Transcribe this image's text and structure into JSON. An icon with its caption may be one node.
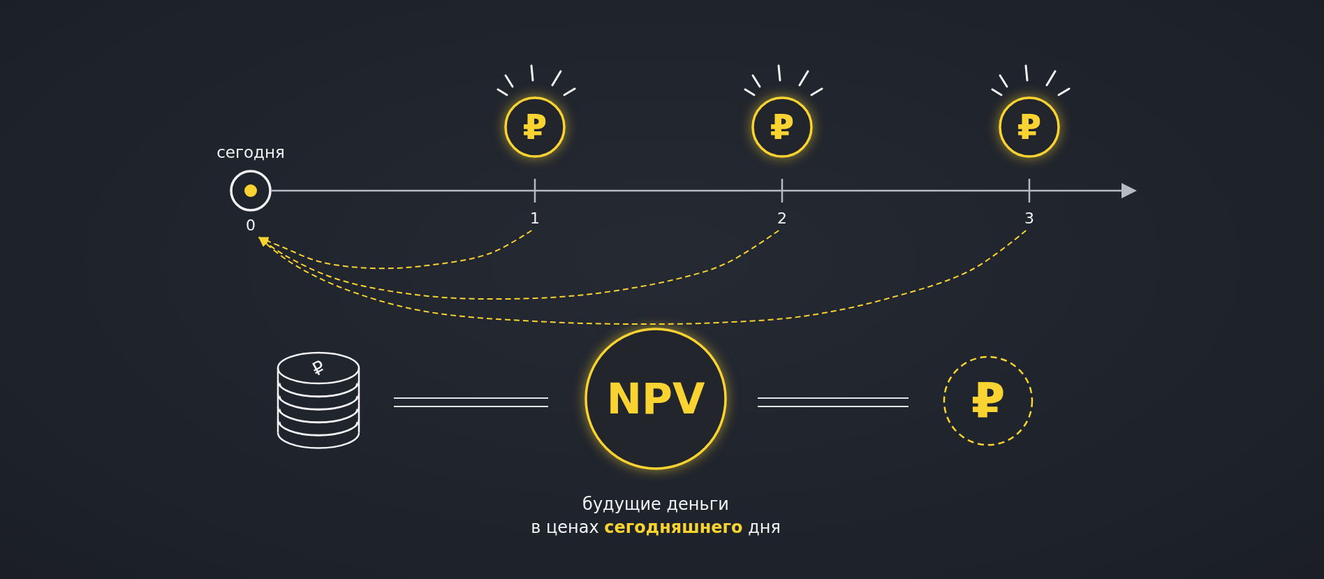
{
  "diagram": {
    "nodes": [
      {
        "text": [
          "₽"
        ]
      },
      {
        "text": [
          "₽"
        ]
      },
      {
        "text": [
          "₽"
        ]
      },
      {
        "text": [
          "0"
        ]
      },
      {
        "text": [
          "1"
        ]
      },
      {
        "text": [
          "2"
        ]
      },
      {
        "text": [
          "3"
        ]
      },
      {
        "text": [
          "₽"
        ]
      },
      {
        "text": [
          "NPV"
        ],
        "beside": [
          "будущие деньги в ценах **сегодняшнего** дня"
        ]
      },
      {
        "text": [
          "₽"
        ]
      }
    ],
    "edges": [
      {
        "from": 4,
        "to": 3,
        "arrow": "to",
        "style": "dashed"
      },
      {
        "from": 5,
        "to": 3,
        "arrow": "to",
        "style": "dashed"
      },
      {
        "from": 6,
        "to": 3,
        "arrow": "to",
        "style": "dashed"
      }
    ],
    "labels": [
      "сегодня"
    ]
  }
}
